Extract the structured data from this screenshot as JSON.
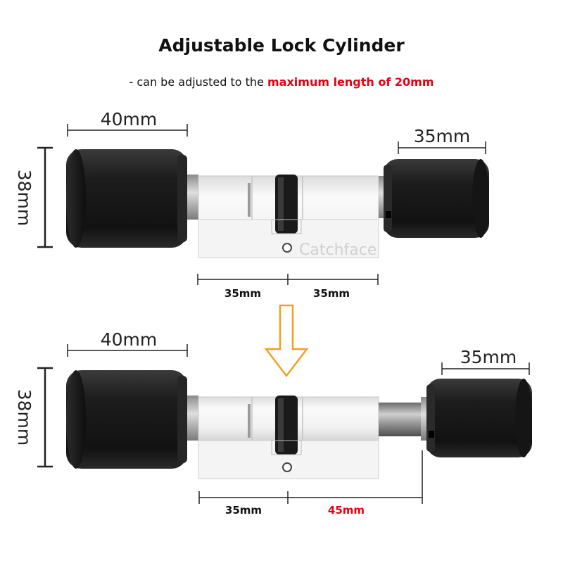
{
  "title": "Adjustable Lock Cylinder",
  "subtitle": {
    "prefix": "- can be adjusted to the ",
    "highlight": "maximum length of 20mm"
  },
  "watermark": "Catchface",
  "top_assembly": {
    "left_knob_width": "40mm",
    "right_knob_width": "35mm",
    "height": "38mm",
    "left_body": "35mm",
    "right_body": "35mm"
  },
  "bottom_assembly": {
    "left_knob_width": "40mm",
    "right_knob_width": "35mm",
    "height": "38mm",
    "left_body": "35mm",
    "right_body": "45mm"
  },
  "colors": {
    "highlight": "#e60012",
    "arrow": "#f0a020",
    "knob": "#1e1e1e",
    "body": "#efefef"
  }
}
